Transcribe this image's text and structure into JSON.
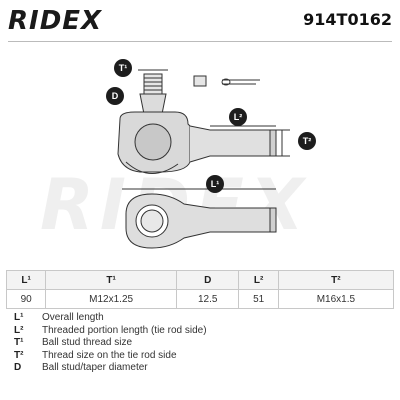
{
  "header": {
    "brand": "RIDEX",
    "part_number": "914T0162"
  },
  "badges": {
    "t1": "T¹",
    "d": "D",
    "l2": "L²",
    "t2": "T²",
    "l1": "L¹"
  },
  "spec_table": {
    "headers": [
      "L¹",
      "T¹",
      "D",
      "L²",
      "T²"
    ],
    "values": [
      "90",
      "M12x1.25",
      "12.5",
      "51",
      "M16x1.5"
    ]
  },
  "legend": [
    {
      "key": "L¹",
      "text": "Overall length"
    },
    {
      "key": "L²",
      "text": "Threaded portion length (tie rod side)"
    },
    {
      "key": "T¹",
      "text": "Ball stud thread size"
    },
    {
      "key": "T²",
      "text": "Thread size on the tie rod side"
    },
    {
      "key": "D",
      "text": "Ball stud/taper diameter"
    }
  ]
}
